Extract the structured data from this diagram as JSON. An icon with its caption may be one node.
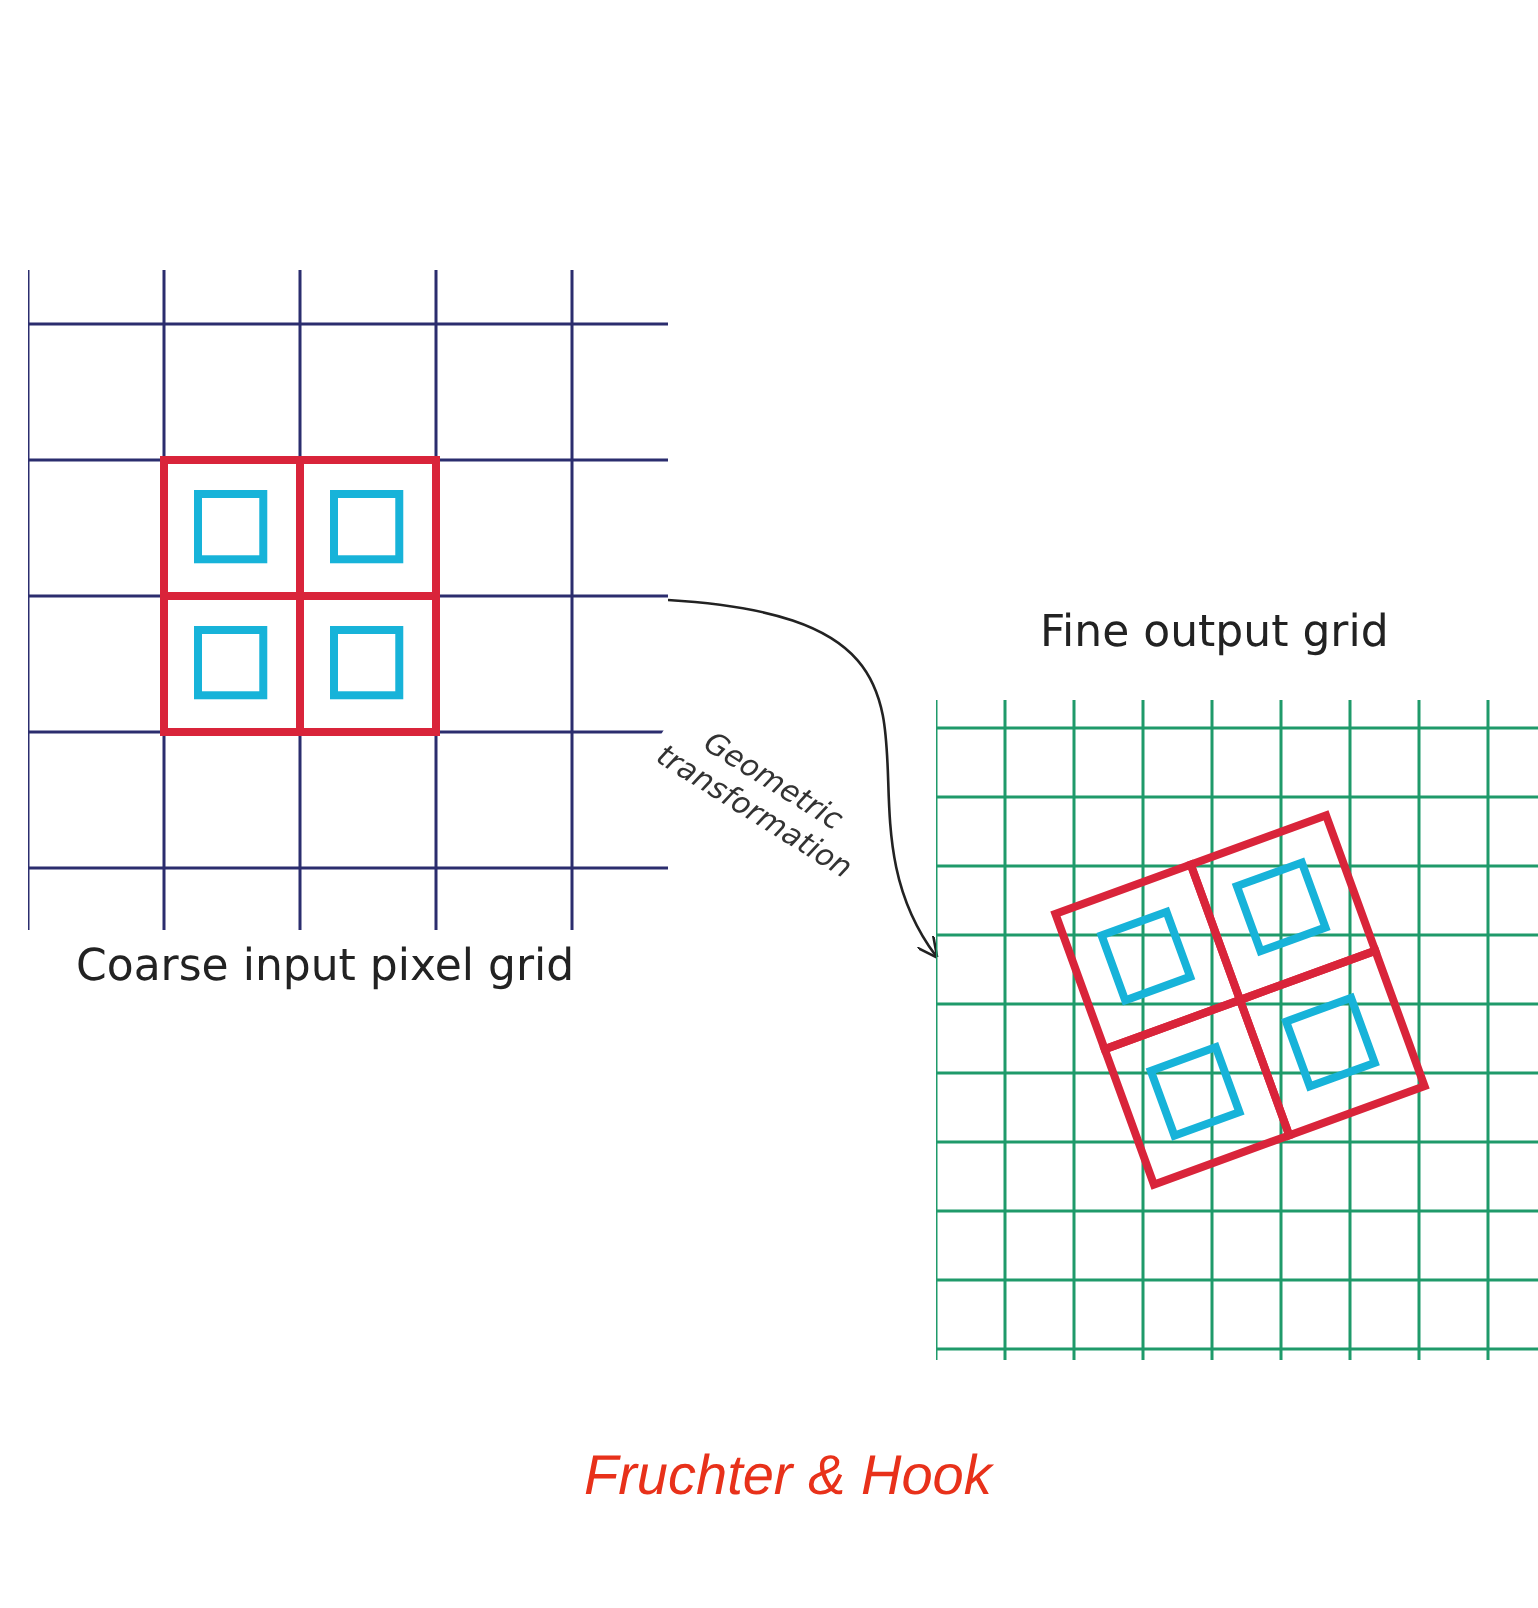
{
  "diagram": {
    "caption": "Fruchter & Hook",
    "nodes": [
      {
        "text": [
          "Coarse input pixel grid"
        ]
      },
      {
        "text": [
          "Fine output grid"
        ]
      }
    ],
    "edges": [
      {
        "from": 0,
        "to": 1,
        "arrow": "to",
        "label": "Geometric transformation"
      }
    ]
  }
}
